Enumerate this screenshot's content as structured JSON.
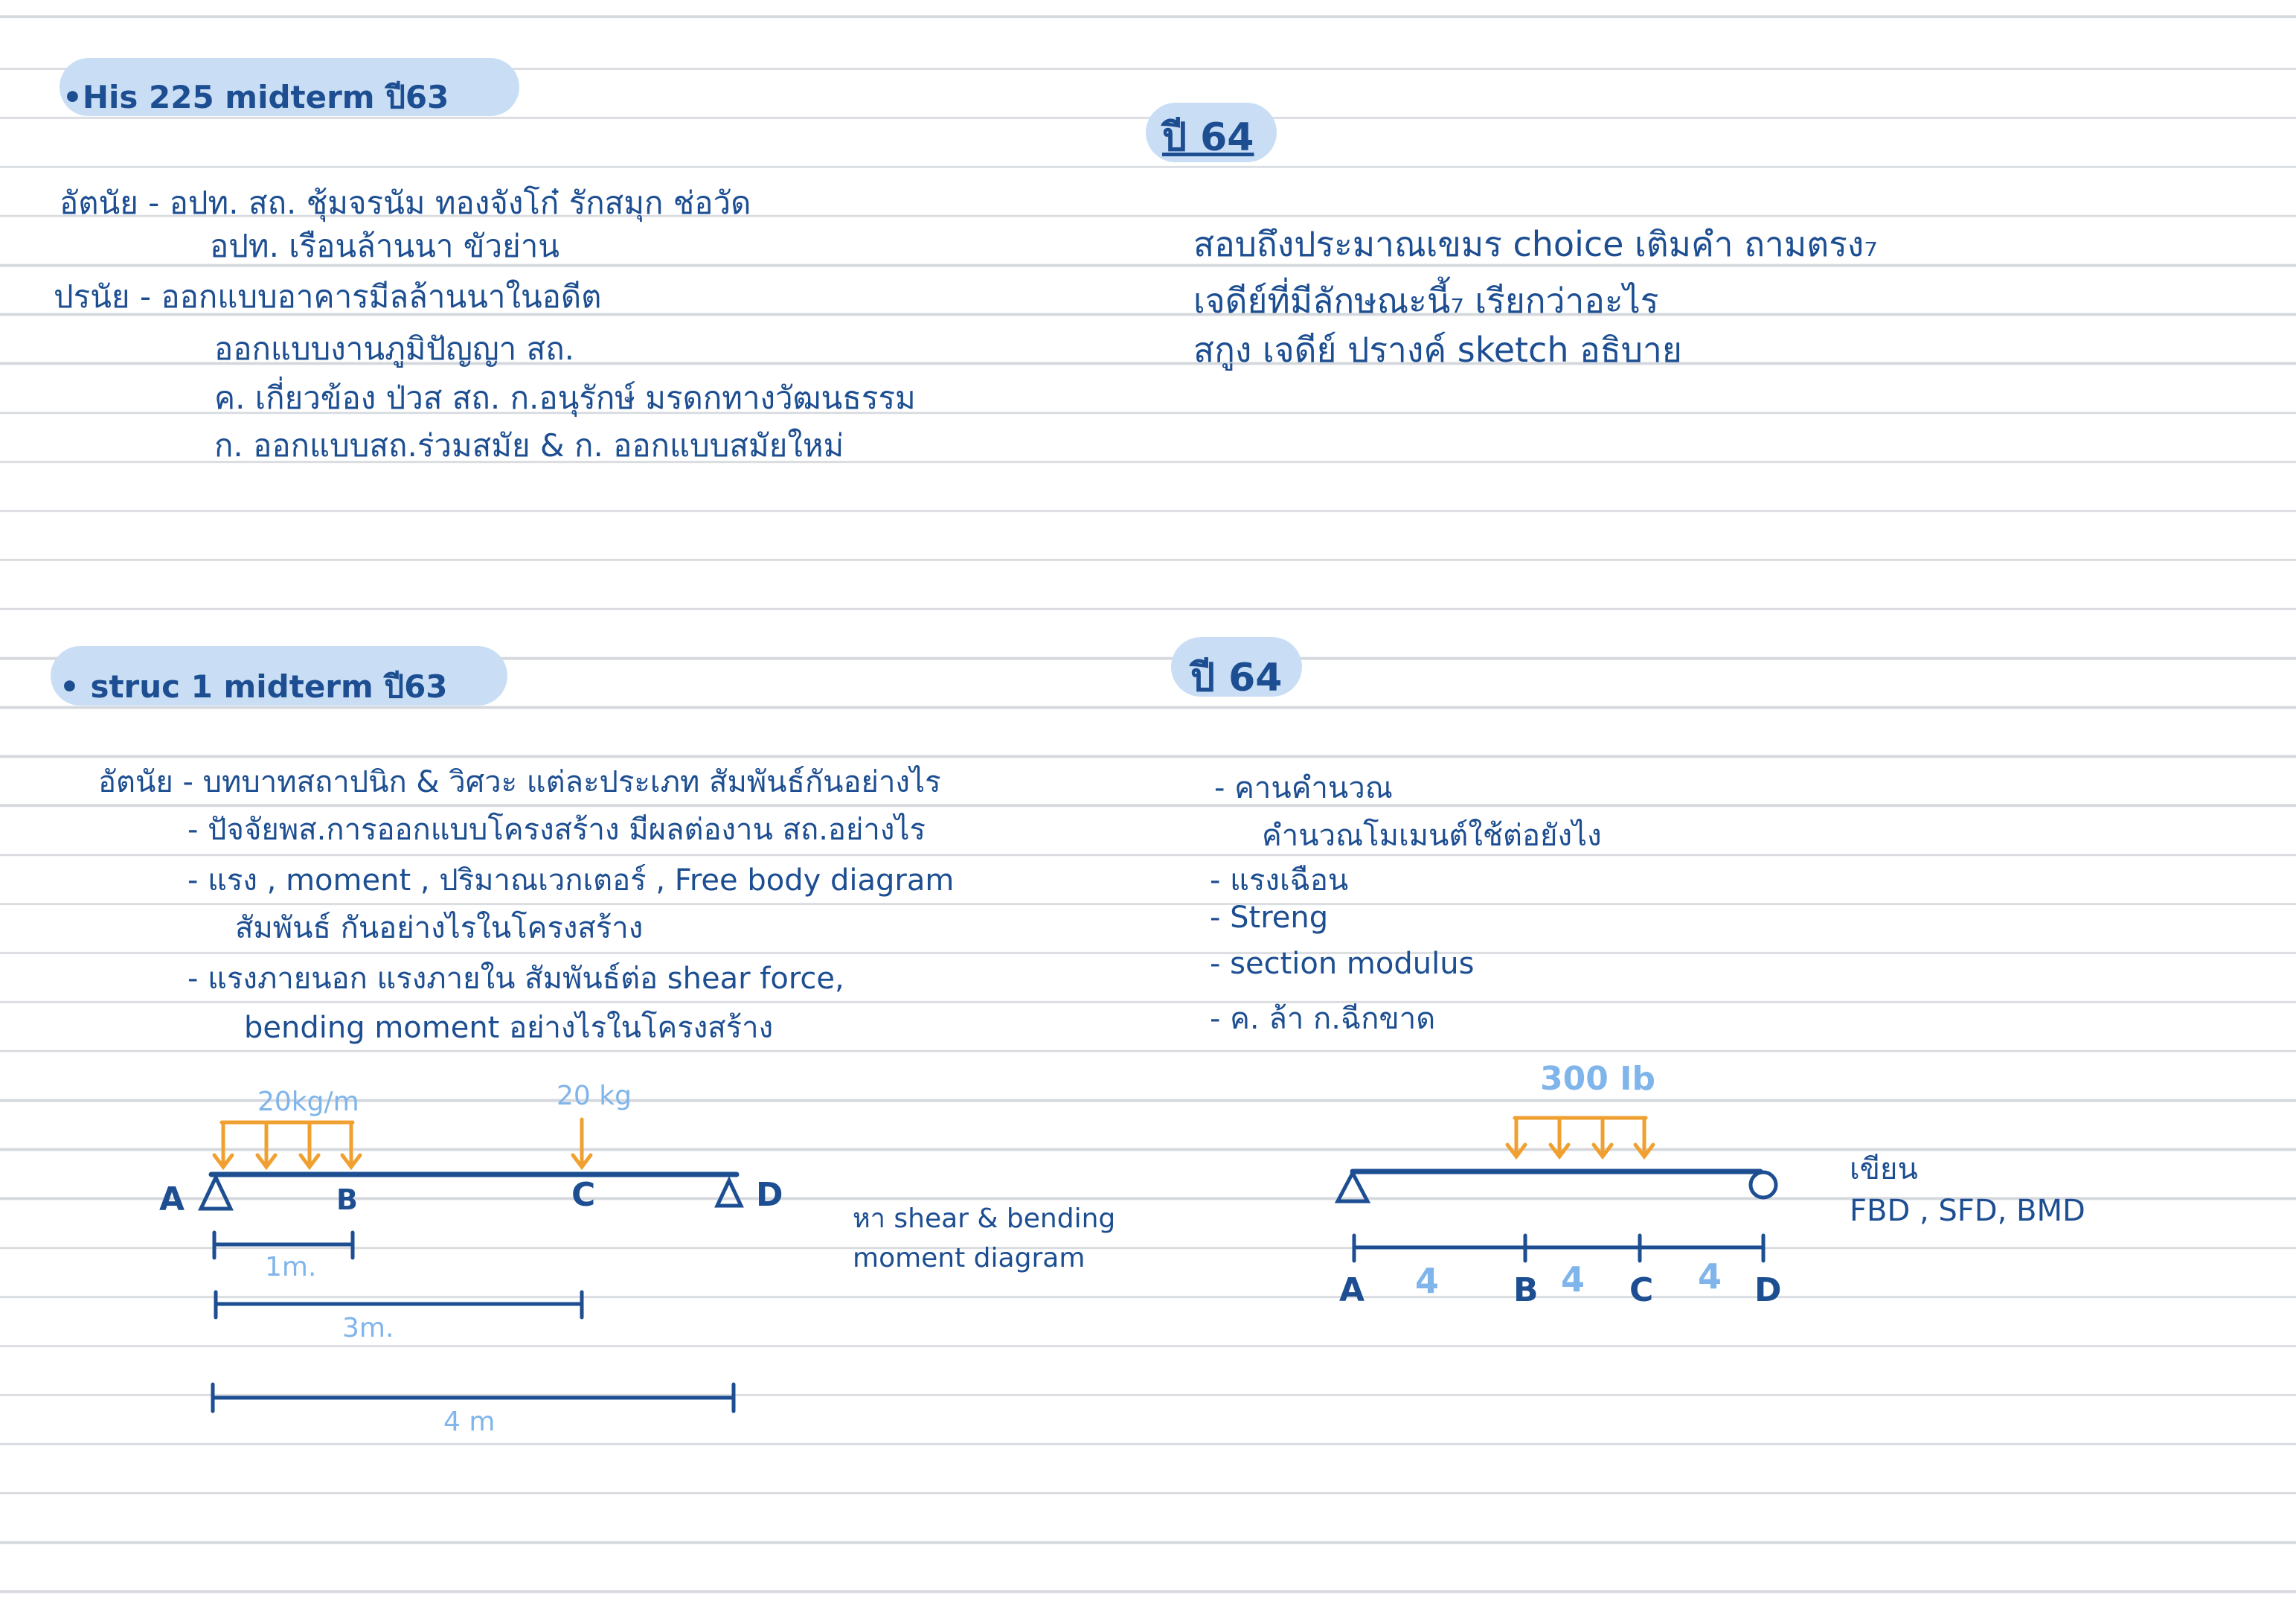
{
  "colors": {
    "ink": "#1c4e91",
    "highlight": "#c9def5",
    "light_blue": "#7fb5ea",
    "orange": "#f0a030",
    "rule": "#d4d7dc"
  },
  "his": {
    "title": "•His 225  midterm ปี63",
    "lines": [
      "อัตนัย -  อปท. สถ. ชุ้มจรนัม ทองจังโก๋  รักสมุก ช่อวัด",
      "อปท. เรือนล้านนา       ขัวย่าน",
      "ปรนัย -  ออกแบบอาคารมีลล้านนาในอดีต",
      "ออกแบบงานภูมิปัญญา สถ.",
      "ค. เกี่ยวข้อง ป่วส สถ.   ก.อนุรักษ์ มรดกทางวัฒนธรรม",
      "ก. ออกแบบสถ.ร่วมสมัย & ก. ออกแบบสมัยใหม่"
    ]
  },
  "his64": {
    "title": "ปี 64",
    "lines": [
      "สอบถึงประมาณเขมร    choice   เติมคำ  ถามตรง₇",
      "เจดีย์ที่มีลักษณะนี้₇ เรียกว่าอะไร",
      "สกูง เจดีย์ ปรางค์   sketch    อธิบาย"
    ]
  },
  "struc": {
    "title": "•  struc  1   midterm  ปี63",
    "lines": [
      "อัตนัย -  บทบาทสถาปนิก & วิศวะ แต่ละประเภท สัมพันธ์กันอย่างไร",
      "-  ปัจจัยพส.การออกแบบโครงสร้าง มีผลต่องาน สถ.อย่างไร",
      "-  แรง , moment , ปริมาณเวกเตอร์ , Free  body  diagram",
      "สัมพันธ์ กันอย่างไรในโครงสร้าง",
      "-  แรงภายนอก  แรงภายใน  สัมพันธ์ต่อ  shear  force,",
      "bending  moment   อย่างไรในโครงสร้าง"
    ]
  },
  "struc64": {
    "title": "ปี 64",
    "lines": [
      "-  คานคำนวณ",
      "คำนวณโมเมนต์ใช้ต่อยังไง",
      "-   แรงเฉือน",
      "-    Streng",
      "-    section  modulus",
      "-    ค. ล้า  ก.ฉีกขาด"
    ]
  },
  "beam1": {
    "load_dist": "20kg/m",
    "load_point": "20 kg",
    "points": [
      "A",
      "B",
      "C",
      "D"
    ],
    "dims": [
      "1m.",
      "3m.",
      "4 m"
    ],
    "note_1": "หา shear & bending",
    "note_2": "moment  diagram"
  },
  "beam2": {
    "load": "300 Ib",
    "points": [
      "A",
      "B",
      "C",
      "D"
    ],
    "spans": [
      "4",
      "4",
      "4"
    ],
    "note_1": "เขียน",
    "note_2": "FBD , SFD, BMD"
  }
}
